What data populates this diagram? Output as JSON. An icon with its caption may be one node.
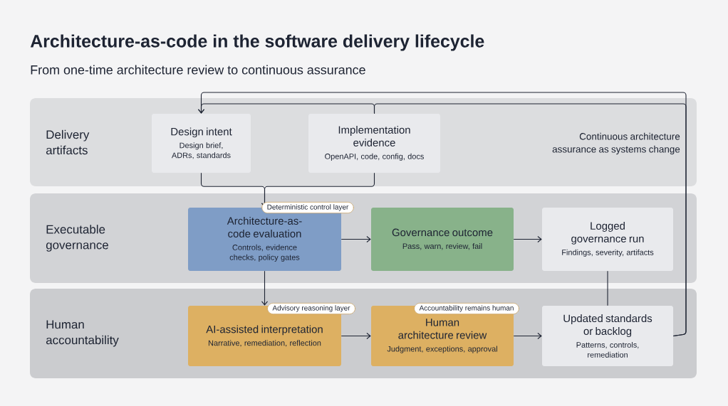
{
  "diagram": {
    "title": "Architecture-as-code in the software delivery lifecycle",
    "caption": "From one-time architecture review to continuous assurance",
    "nodes": [
      {
        "text": [
          "Delivery artifacts"
        ]
      },
      {
        "text": [
          "Design intent",
          "Design brief, ADRs, standards"
        ],
        "in": 0
      },
      {
        "text": [
          "Implementation evidence",
          "OpenAPI, code, config, docs"
        ],
        "in": 0
      },
      {
        "text": [
          "Executable governance"
        ]
      },
      {
        "text": [
          "Deterministic control layer"
        ],
        "in": 3
      },
      {
        "text": [
          "Architecture-as-code evaluation",
          "Controls, evidence checks, policy gates"
        ],
        "in": 3
      },
      {
        "text": [
          "Governance outcome",
          "Pass, warn, review, fail"
        ],
        "in": 3
      },
      {
        "text": [
          "Logged governance run",
          "Findings, severity, artifacts"
        ],
        "in": 3
      },
      {
        "text": [
          "Human accountability"
        ]
      },
      {
        "text": [
          "Advisory reasoning layer"
        ],
        "in": 8
      },
      {
        "text": [
          "AI-assisted interpretation",
          "Narrative, remediation, reflection"
        ],
        "in": 8
      },
      {
        "text": [
          "Accountability remains human"
        ],
        "in": 8
      },
      {
        "text": [
          "Human architecture review",
          "Judgment, exceptions, approval"
        ],
        "in": 8
      },
      {
        "text": [
          "Updated standards or backlog",
          "Patterns, controls, remediation"
        ],
        "in": 8
      }
    ],
    "edges": [
      {
        "from": 1,
        "to": 5,
        "arrow": "to"
      },
      {
        "from": 2,
        "to": 5,
        "arrow": "to"
      },
      {
        "from": 5,
        "to": 6,
        "arrow": "to"
      },
      {
        "from": 6,
        "to": 7,
        "arrow": "to"
      },
      {
        "from": 5,
        "to": 10,
        "arrow": "to"
      },
      {
        "from": 10,
        "to": 12,
        "arrow": "to"
      },
      {
        "from": 12,
        "to": 13,
        "arrow": "to"
      },
      {
        "from": 7,
        "to": 13,
        "arrow": "none"
      },
      {
        "from": 13,
        "to": 1,
        "arrow": "to"
      },
      {
        "from": 13,
        "to": 2,
        "arrow": "none"
      },
      {
        "from": 2,
        "to": 1,
        "arrow": "to"
      }
    ],
    "labels": [
      "Continuous architecture assurance as systems change"
    ]
  }
}
